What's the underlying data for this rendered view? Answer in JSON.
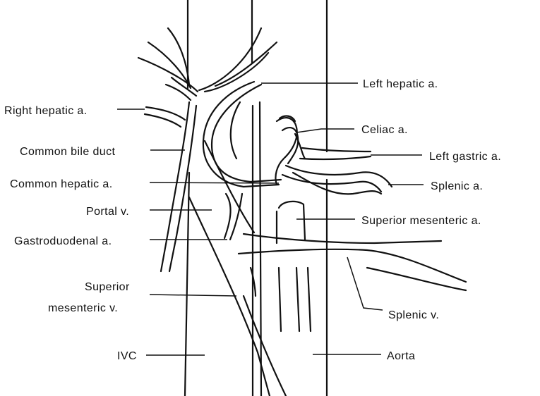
{
  "labels": {
    "left_hepatic": "Left hepatic a.",
    "right_hepatic": "Right hepatic a.",
    "celiac": "Celiac a.",
    "common_bile_duct": "Common bile duct",
    "left_gastric": "Left gastric a.",
    "common_hepatic": "Common hepatic a.",
    "splenic_a": "Splenic a.",
    "portal_v": "Portal v.",
    "superior_mesenteric_a": "Superior mesenteric a.",
    "gastroduodenal": "Gastroduodenal a.",
    "superior_mesenteric_v_line1": "Superior",
    "superior_mesenteric_v_line2": "mesenteric v.",
    "splenic_v": "Splenic v.",
    "ivc": "IVC",
    "aorta": "Aorta"
  }
}
